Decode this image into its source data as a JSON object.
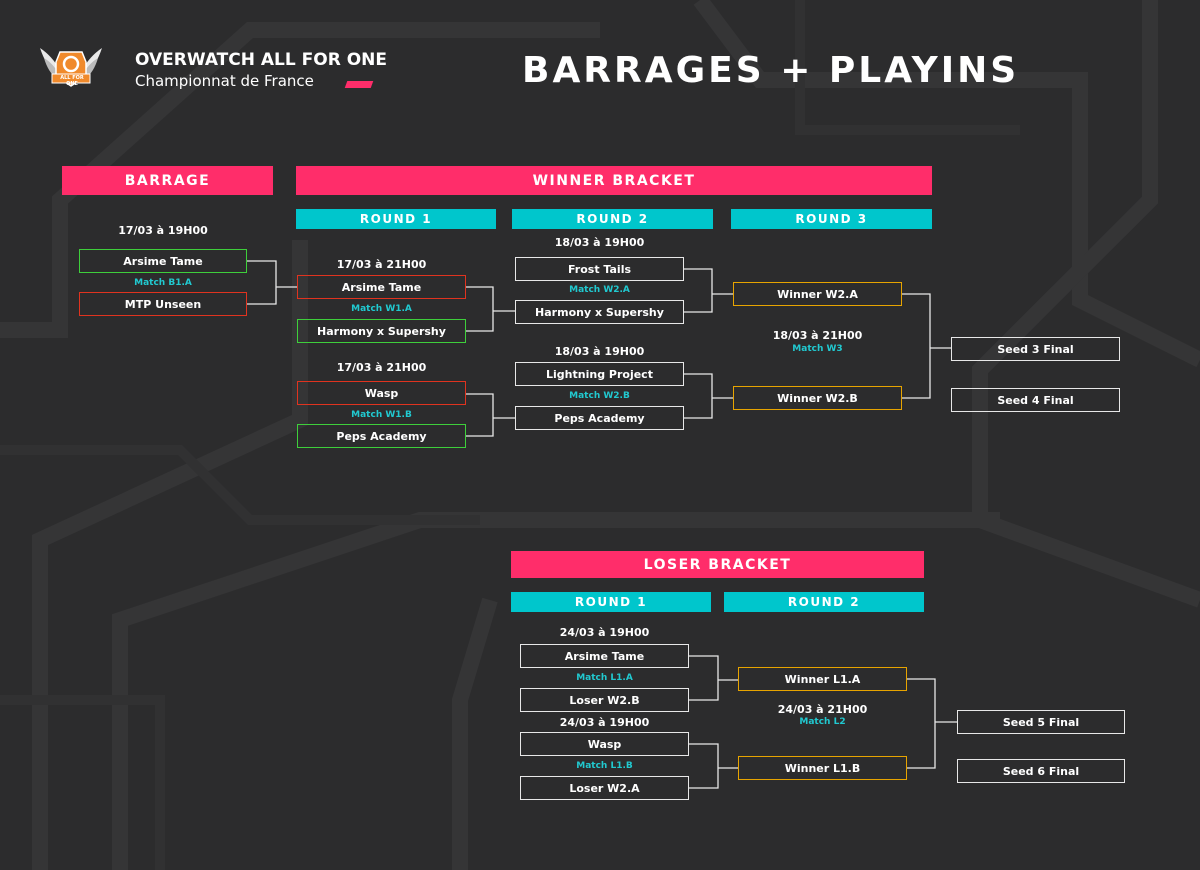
{
  "brand": {
    "line1": "OVERWATCH ALL FOR ONE",
    "line2": "Championnat de France",
    "logo_text": "ALL FOR ONE"
  },
  "title": "BARRAGES + PLAYINS",
  "colors": {
    "pink": "#ff2d6a",
    "cyan": "#00c6cc",
    "green": "#3ecf3b",
    "red": "#e0331f",
    "gold": "#e7a400",
    "background": "#2c2c2d"
  },
  "barrage": {
    "header": "BARRAGE",
    "date": "17/03 à 19H00",
    "match_label": "Match B1.A",
    "teams": [
      "Arsime Tame",
      "MTP Unseen"
    ]
  },
  "winner_bracket": {
    "header": "WINNER BRACKET",
    "round1": {
      "label": "ROUND 1",
      "match_a": {
        "date": "17/03 à 21H00",
        "label": "Match W1.A",
        "teams": [
          "Arsime Tame",
          "Harmony x Supershy"
        ]
      },
      "match_b": {
        "date": "17/03 à 21H00",
        "label": "Match W1.B",
        "teams": [
          "Wasp",
          "Peps Academy"
        ]
      }
    },
    "round2": {
      "label": "ROUND 2",
      "match_a": {
        "date": "18/03 à 19H00",
        "label": "Match W2.A",
        "teams": [
          "Frost Tails",
          "Harmony x Supershy"
        ]
      },
      "match_b": {
        "date": "18/03 à 19H00",
        "label": "Match W2.B",
        "teams": [
          "Lightning Project",
          "Peps Academy"
        ]
      }
    },
    "round3": {
      "label": "ROUND 3",
      "date": "18/03 à 21H00",
      "label_match": "Match W3",
      "teams": [
        "Winner W2.A",
        "Winner W2.B"
      ]
    },
    "seeds": [
      "Seed 3 Final",
      "Seed 4 Final"
    ]
  },
  "loser_bracket": {
    "header": "LOSER BRACKET",
    "round1": {
      "label": "ROUND 1",
      "match_a": {
        "date": "24/03 à 19H00",
        "label": "Match L1.A",
        "teams": [
          "Arsime Tame",
          "Loser W2.B"
        ]
      },
      "match_b": {
        "date": "24/03 à 19H00",
        "label": "Match L1.B",
        "teams": [
          "Wasp",
          "Loser W2.A"
        ]
      }
    },
    "round2": {
      "label": "ROUND 2",
      "date": "24/03 à 21H00",
      "label_match": "Match L2",
      "teams": [
        "Winner L1.A",
        "Winner L1.B"
      ]
    },
    "seeds": [
      "Seed 5 Final",
      "Seed 6 Final"
    ]
  }
}
